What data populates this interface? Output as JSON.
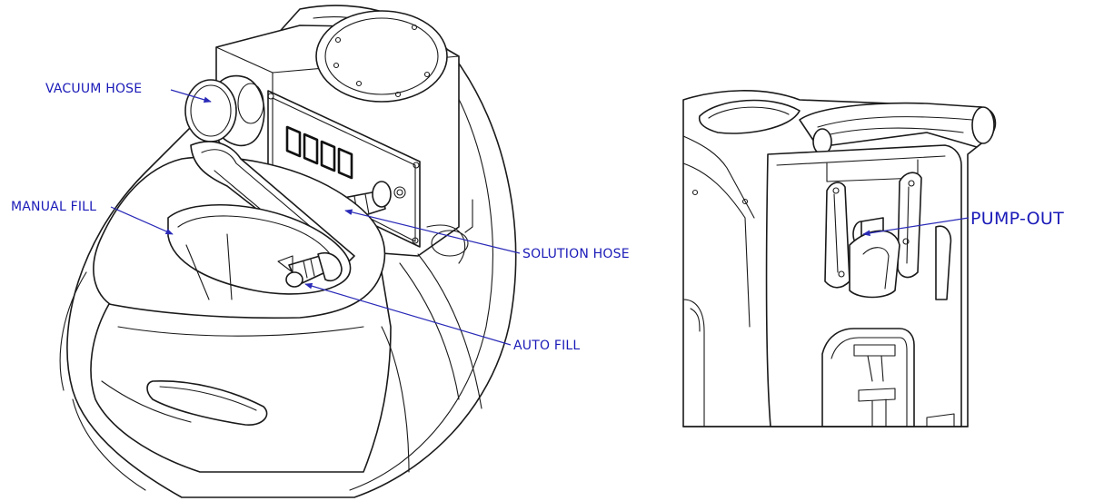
{
  "labels": {
    "vacuum_hose": "VACUUM HOSE",
    "manual_fill": "MANUAL FILL",
    "solution_hose": "SOLUTION HOSE",
    "auto_fill": "AUTO FILL",
    "pump_out": "PUMP-OUT"
  },
  "colors": {
    "label_text": "#1a1ab8",
    "leader_line": "#2a2ab8",
    "drawing_line": "#1a1a1a",
    "background": "#ffffff"
  }
}
